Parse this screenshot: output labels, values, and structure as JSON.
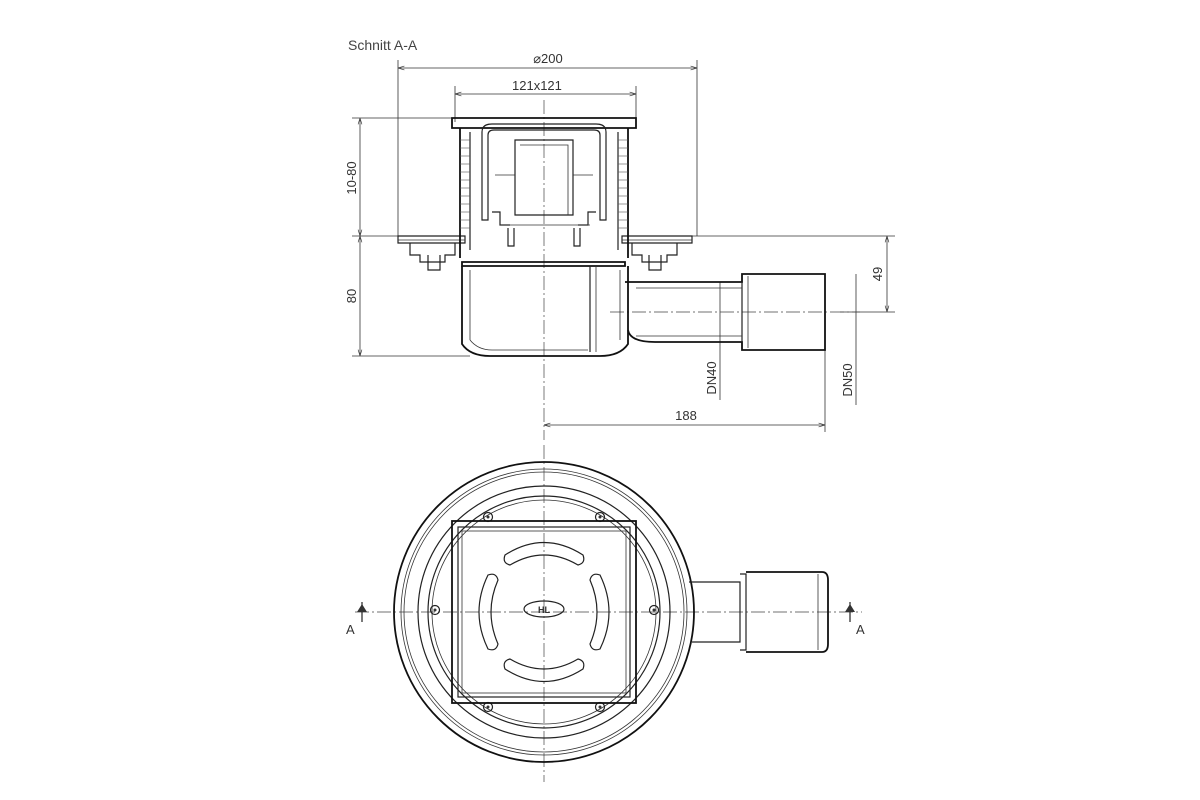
{
  "section_title": "Schnitt  A-A",
  "dimensions": {
    "diameter": "⌀200",
    "grate_size": "121x121",
    "height_adjust": "10-80",
    "height_body": "80",
    "outlet_height": "49",
    "outlet_length": "188",
    "dn_inner": "DN40",
    "dn_outer": "DN50"
  },
  "section_markers": {
    "left": "A",
    "right": "A"
  },
  "logo_text": "HL"
}
